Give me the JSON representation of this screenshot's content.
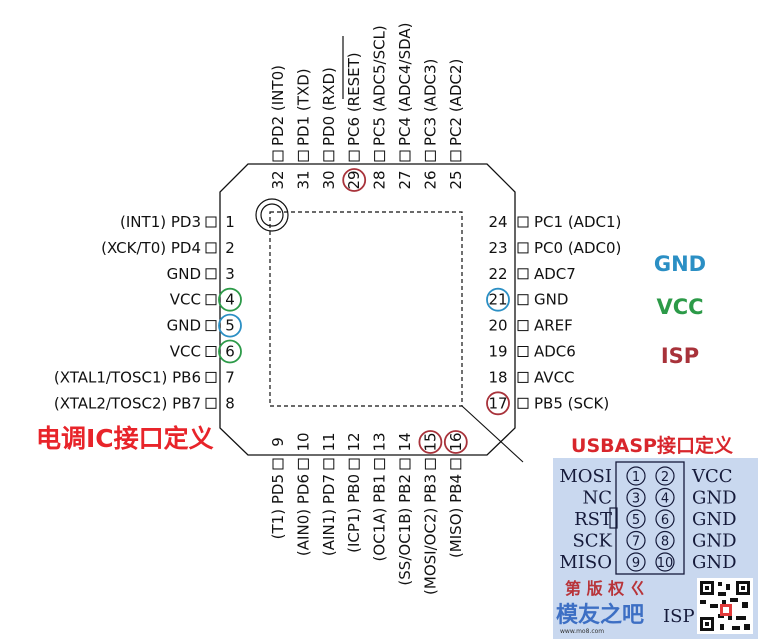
{
  "chip": {
    "left_pins": [
      {
        "num": "1",
        "label": "(INT1) PD3",
        "mark": ""
      },
      {
        "num": "2",
        "label": "(XCK/T0) PD4",
        "mark": ""
      },
      {
        "num": "3",
        "label": "GND",
        "mark": ""
      },
      {
        "num": "4",
        "label": "VCC",
        "mark": "vcc"
      },
      {
        "num": "5",
        "label": "GND",
        "mark": "gnd"
      },
      {
        "num": "6",
        "label": "VCC",
        "mark": "vcc"
      },
      {
        "num": "7",
        "label": "(XTAL1/TOSC1) PB6",
        "mark": ""
      },
      {
        "num": "8",
        "label": "(XTAL2/TOSC2) PB7",
        "mark": ""
      }
    ],
    "right_pins": [
      {
        "num": "24",
        "label": "PC1 (ADC1)",
        "mark": ""
      },
      {
        "num": "23",
        "label": "PC0 (ADC0)",
        "mark": ""
      },
      {
        "num": "22",
        "label": "ADC7",
        "mark": ""
      },
      {
        "num": "21",
        "label": "GND",
        "mark": "gnd"
      },
      {
        "num": "20",
        "label": "AREF",
        "mark": ""
      },
      {
        "num": "19",
        "label": "ADC6",
        "mark": ""
      },
      {
        "num": "18",
        "label": "AVCC",
        "mark": ""
      },
      {
        "num": "17",
        "label": "PB5 (SCK)",
        "mark": "isp"
      }
    ],
    "top_pins": [
      {
        "num": "32",
        "label": "PD2 (INT0)",
        "mark": ""
      },
      {
        "num": "31",
        "label": "PD1 (TXD)",
        "mark": ""
      },
      {
        "num": "30",
        "label": "PD0 (RXD)",
        "mark": ""
      },
      {
        "num": "29",
        "label": "PC6 (RESET)",
        "mark": "isp"
      },
      {
        "num": "28",
        "label": "PC5 (ADC5/SCL)",
        "mark": ""
      },
      {
        "num": "27",
        "label": "PC4 (ADC4/SDA)",
        "mark": ""
      },
      {
        "num": "26",
        "label": "PC3 (ADC3)",
        "mark": ""
      },
      {
        "num": "25",
        "label": "PC2 (ADC2)",
        "mark": ""
      }
    ],
    "bottom_pins": [
      {
        "num": "9",
        "label": "(T1) PD5",
        "mark": ""
      },
      {
        "num": "10",
        "label": "(AIN0) PD6",
        "mark": ""
      },
      {
        "num": "11",
        "label": "(AIN1) PD7",
        "mark": ""
      },
      {
        "num": "12",
        "label": "(ICP1) PB0",
        "mark": ""
      },
      {
        "num": "13",
        "label": "(OC1A) PB1",
        "mark": ""
      },
      {
        "num": "14",
        "label": "(SS/OC1B) PB2",
        "mark": ""
      },
      {
        "num": "15",
        "label": "(MOSI/OC2) PB3",
        "mark": "isp"
      },
      {
        "num": "16",
        "label": "(MISO) PB4",
        "mark": "isp"
      }
    ]
  },
  "legend": {
    "gnd": "GND",
    "vcc": "VCC",
    "isp": "ISP"
  },
  "colors": {
    "gnd": "#2b8fc4",
    "vcc": "#2c9a48",
    "isp": "#a8323a",
    "usb_bg": "#c9d8ef"
  },
  "esc_title": "电调IC接口定义",
  "usbasp": {
    "title": "USBASP接口定义",
    "rows": [
      {
        "left": "MOSI",
        "pin_a": "1",
        "pin_b": "2",
        "right": "VCC"
      },
      {
        "left": "NC",
        "pin_a": "3",
        "pin_b": "4",
        "right": "GND"
      },
      {
        "left": "RST",
        "pin_a": "5",
        "pin_b": "6",
        "right": "GND"
      },
      {
        "left": "SCK",
        "pin_a": "7",
        "pin_b": "8",
        "right": "GND"
      },
      {
        "left": "MISO",
        "pin_a": "9",
        "pin_b": "10",
        "right": "GND"
      }
    ],
    "watermark_calligraphy": "第 版 权 ㄍ",
    "watermark_site": "模友之吧",
    "watermark_url": "www.mo8.com",
    "watermark_tail": "ISP"
  }
}
